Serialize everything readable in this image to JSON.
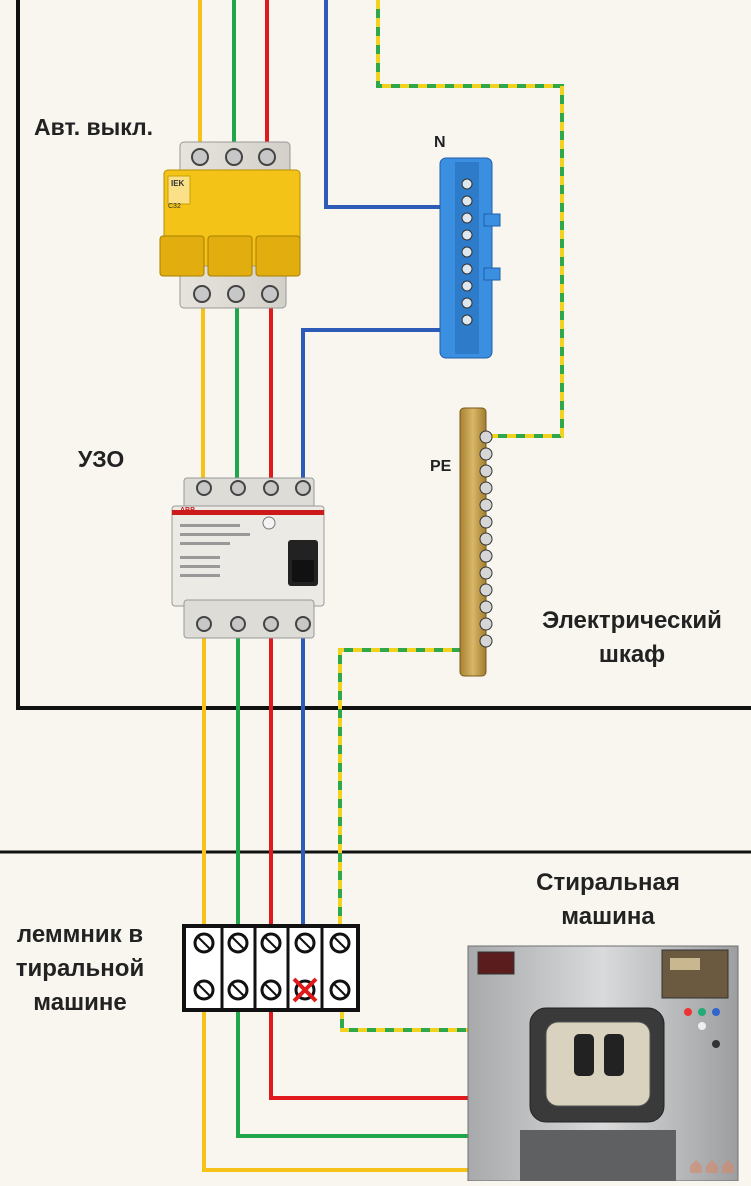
{
  "labels": {
    "breaker": "Авт. выкл.",
    "n_bus": "N",
    "rcd": "УЗО",
    "pe_bus": "PE",
    "cabinet_line1": "Электрический",
    "cabinet_line2": "шкаф",
    "terminal_line1": "леммник в",
    "terminal_line2": "тиральной",
    "terminal_line3": "машине",
    "washer_line1": "Стиральная",
    "washer_line2": "машина"
  },
  "device_text": {
    "breaker_brand": "IEK",
    "breaker_rating": "C32",
    "rcd_brand": "ABB"
  },
  "colors": {
    "phase_yellow": "#f6c21a",
    "phase_green": "#1fa64a",
    "phase_red": "#e0191f",
    "neutral_blue": "#2e5bb8",
    "pe_green": "#2ea84a",
    "pe_yellow": "#f2d21f",
    "breaker_body": "#f3c318",
    "n_bus": "#3b8fe0",
    "pe_bus": "#c9a24a"
  },
  "icons": {
    "terminal_screw": "screw-icon",
    "disconnected": "x-mark-icon",
    "watermark": "house-icon"
  }
}
